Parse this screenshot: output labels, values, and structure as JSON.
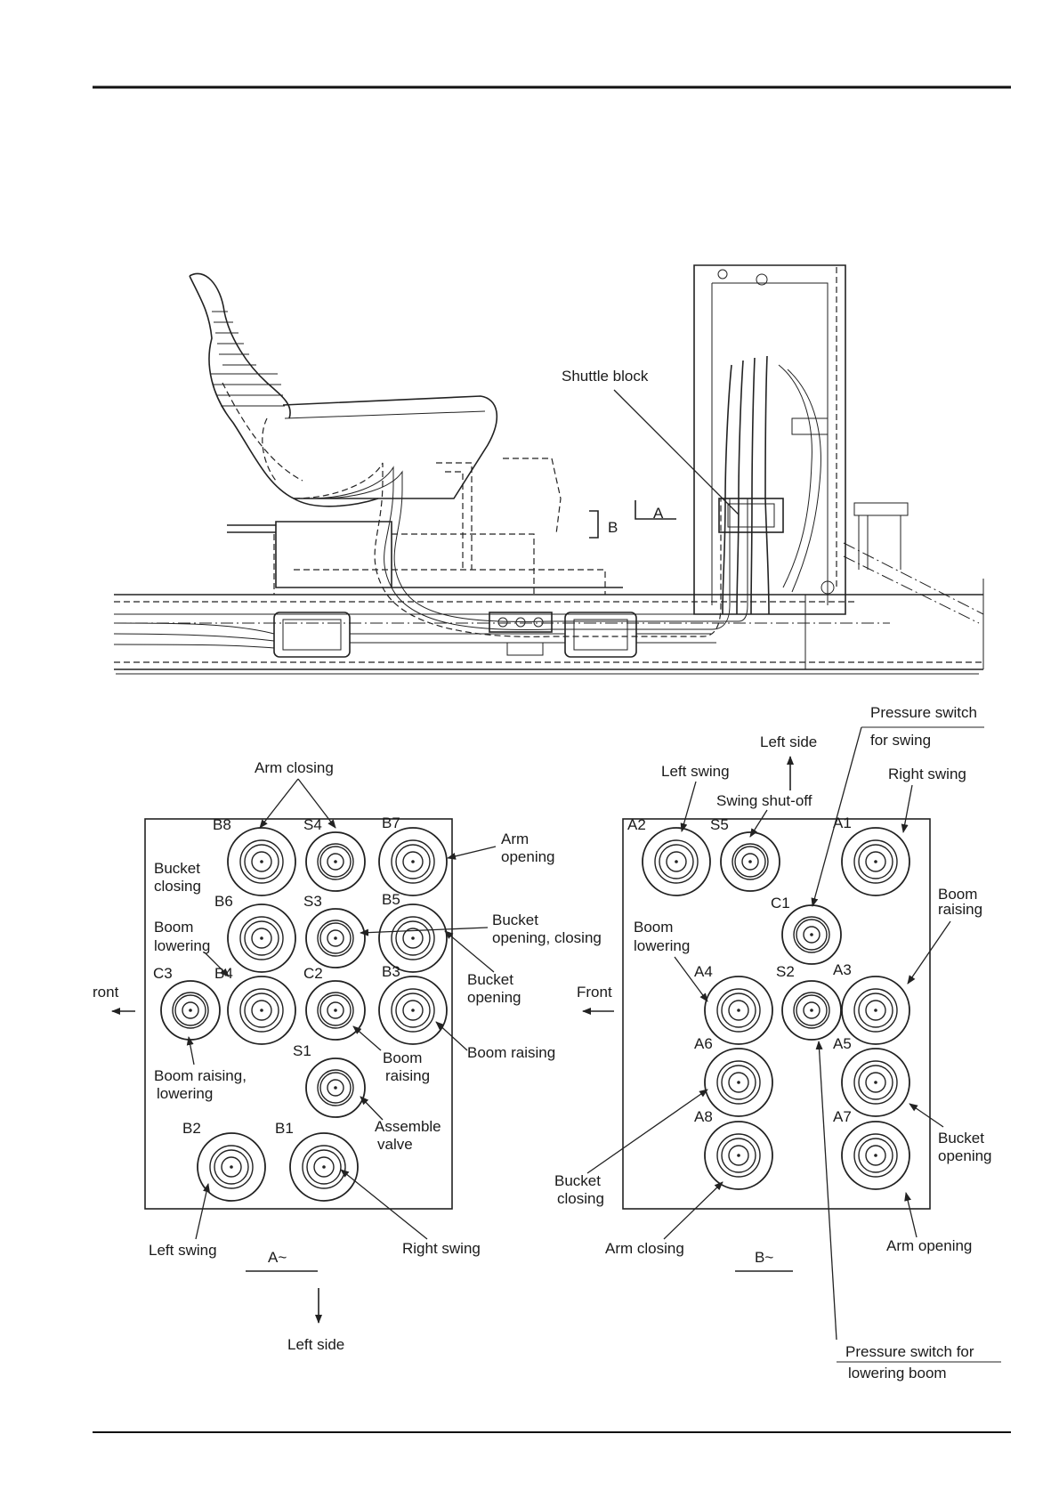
{
  "machine_view": {
    "shuttle_block_label": "Shuttle block",
    "view_a_marker": "A",
    "view_b_marker": "B"
  },
  "view_a": {
    "title": "A~",
    "front_label": "ront",
    "left_side_label": "Left side",
    "ports": [
      "B8",
      "S4",
      "B7",
      "B6",
      "S3",
      "B5",
      "C3",
      "B4",
      "C2",
      "B3",
      "S1",
      "B2",
      "B1"
    ],
    "callouts": {
      "arm_closing": "Arm closing",
      "arm_opening_1": "Arm",
      "arm_opening_2": "opening",
      "bucket_closing_1": "Bucket",
      "bucket_closing_2": "closing",
      "bucket_open_close_1": "Bucket",
      "bucket_open_close_2": "opening, closing",
      "boom_lowering_1": "Boom",
      "boom_lowering_2": "lowering",
      "bucket_opening_1": "Bucket",
      "bucket_opening_2": "opening",
      "boom_raising_right": "Boom raising",
      "boom_raising_c2_1": "Boom",
      "boom_raising_c2_2": "raising",
      "boom_raise_lower_1": "Boom raising,",
      "boom_raise_lower_2": "lowering",
      "assemble_valve_1": "Assemble",
      "assemble_valve_2": "valve",
      "left_swing": "Left swing",
      "right_swing": "Right swing"
    }
  },
  "view_b": {
    "title": "B~",
    "front_label": "Front",
    "left_side_label": "Left side",
    "ports": [
      "A2",
      "S5",
      "A1",
      "C1",
      "A4",
      "S2",
      "A3",
      "A6",
      "A5",
      "A8",
      "A7"
    ],
    "callouts": {
      "pressure_switch_swing_1": "Pressure switch",
      "pressure_switch_swing_2": "for swing",
      "left_swing": "Left swing",
      "swing_shutoff": "Swing shut-off",
      "right_swing": "Right swing",
      "boom_raising_1": "Boom",
      "boom_raising_2": "raising",
      "boom_lowering_1": "Boom",
      "boom_lowering_2": "lowering",
      "bucket_opening_1": "Bucket",
      "bucket_opening_2": "opening",
      "bucket_closing_1": "Bucket",
      "bucket_closing_2": "closing",
      "arm_closing": "Arm closing",
      "arm_opening": "Arm opening",
      "pressure_switch_boom_1": "Pressure switch for",
      "pressure_switch_boom_2": "lowering boom"
    }
  }
}
